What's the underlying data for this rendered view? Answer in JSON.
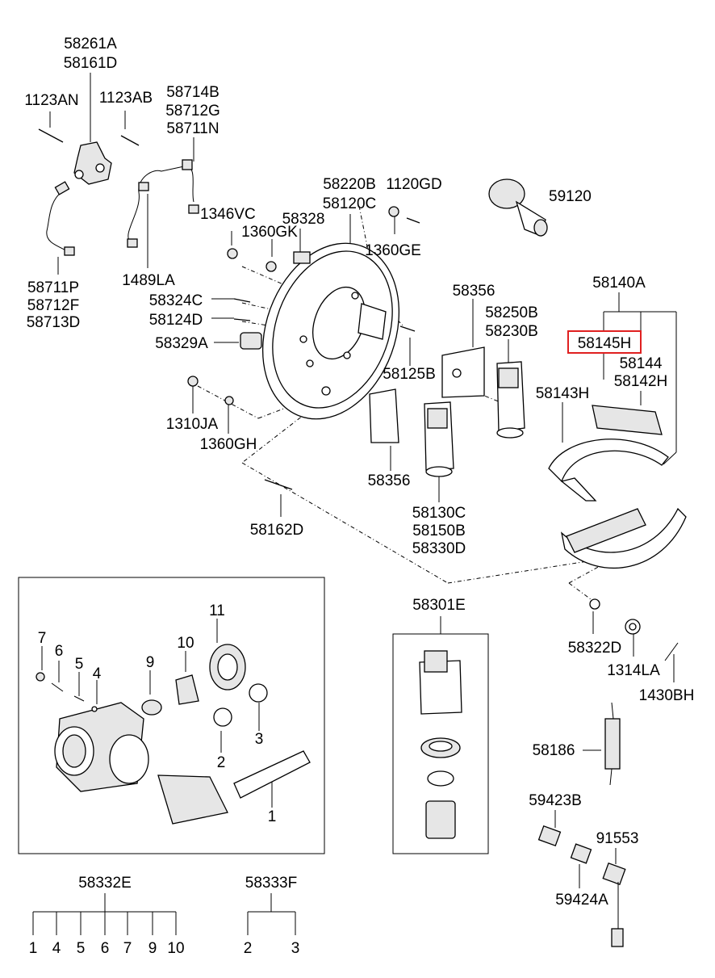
{
  "diagram": {
    "highlight_color": "#e02020",
    "labels": {
      "p58261A": "58261A",
      "p58161D": "58161D",
      "p1123AN": "1123AN",
      "p1123AB": "1123AB",
      "p58714B": "58714B",
      "p58712G": "58712G",
      "p58711N": "58711N",
      "p1346VC": "1346VC",
      "p58711P": "58711P",
      "p58712F": "58712F",
      "p58713D": "58713D",
      "p1489LA": "1489LA",
      "p58220B": "58220B",
      "p58120C": "58120C",
      "p1120GD": "1120GD",
      "p59120": "59120",
      "p58328": "58328",
      "p1360GK": "1360GK",
      "p1360GE": "1360GE",
      "p58324C": "58324C",
      "p58124D": "58124D",
      "p58329A": "58329A",
      "p1310JA": "1310JA",
      "p1360GH": "1360GH",
      "p58356a": "58356",
      "p58250B": "58250B",
      "p58230B": "58230B",
      "p58125B": "58125B",
      "p58356b": "58356",
      "p58140A": "58140A",
      "p58145H": "58145H",
      "p58144": "58144",
      "p58142H": "58142H",
      "p58143H": "58143H",
      "p58162D": "58162D",
      "p58130C": "58130C",
      "p58150B": "58150B",
      "p58330D": "58330D",
      "p58301E": "58301E",
      "p58322D": "58322D",
      "p1314LA": "1314LA",
      "p1430BH": "1430BH",
      "p58186": "58186",
      "p59423B": "59423B",
      "p91553": "91553",
      "p59424A": "59424A",
      "p58332E": "58332E",
      "p58333F": "58333F"
    },
    "callouts": {
      "n1": "1",
      "n2": "2",
      "n3": "3",
      "n4": "4",
      "n5": "5",
      "n6": "6",
      "n7": "7",
      "n9": "9",
      "n10": "10",
      "n11": "11"
    },
    "tree_58332E": [
      "1",
      "4",
      "5",
      "6",
      "7",
      "9",
      "10"
    ],
    "tree_58333F": [
      "2",
      "3"
    ]
  }
}
